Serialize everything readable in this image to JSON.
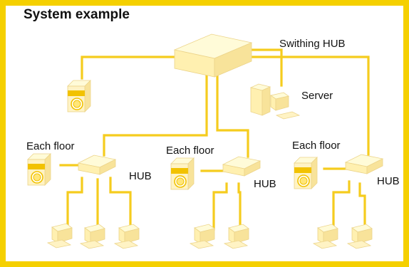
{
  "title": "System example",
  "labels": {
    "switching_hub": "Swithing HUB",
    "server": "Server",
    "floors": [
      {
        "floor_label": "Each floor",
        "hub_label": "HUB"
      },
      {
        "floor_label": "Each floor",
        "hub_label": "HUB"
      },
      {
        "floor_label": "Each floor",
        "hub_label": "HUB"
      }
    ]
  },
  "colors": {
    "frame": "#f5d000",
    "wire": "#f5cc1e",
    "device_top": "#fffbd8",
    "device_front": "#fff0b0",
    "device_side": "#f8e39a",
    "camera_body": "#fff3c4",
    "camera_band": "#f2c200",
    "camera_lens": "#ffe678"
  },
  "icons": [
    "switch-hub-icon",
    "server-icon",
    "network-camera-icon",
    "floor-hub-icon",
    "pc-terminal-icon"
  ]
}
